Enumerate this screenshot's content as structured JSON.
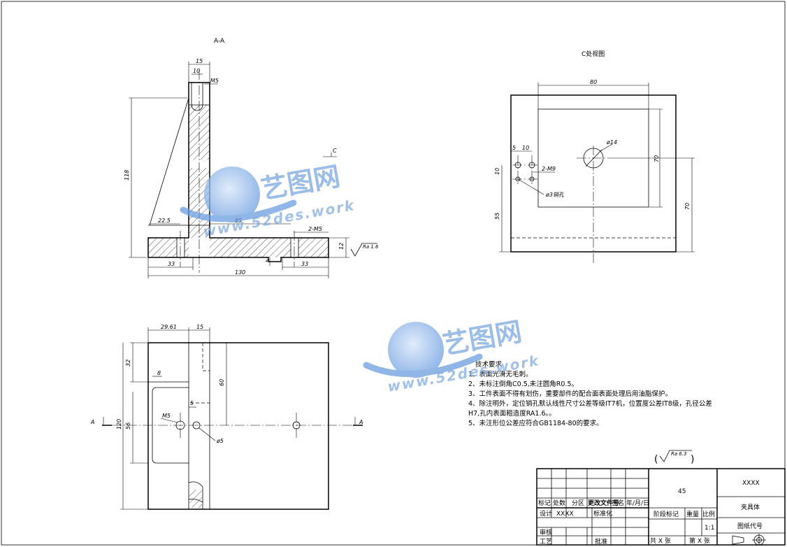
{
  "views": {
    "section_aa": {
      "title": "A-A",
      "dims": {
        "top_width": "15",
        "hole_depth": "10",
        "thread_top": "M5",
        "height": "118",
        "flange_left": "22.5",
        "web_span": "85",
        "thread_base": "2-M5",
        "base_thickness": "12",
        "left_bolt": "33",
        "right_bolt": "33",
        "total_width": "130",
        "groove": "2"
      },
      "roughness": "Ra 1.6",
      "cut_label": "C"
    },
    "view_c": {
      "title": "C处视图",
      "dims": {
        "pocket_width": "80",
        "bore": "ø14",
        "off_5": "5",
        "off_10": "10",
        "threads": "2-M9",
        "pin": "ø3销孔",
        "left_10": "10",
        "left_55": "55",
        "pocket_height": "70",
        "right_70": "70"
      }
    },
    "plan_view": {
      "dims": {
        "top_left": "29.61",
        "top_right": "15",
        "left_32": "32",
        "left_120": "120",
        "left_56": "56",
        "pocket_8": "8",
        "mid_5": "5",
        "depth_60": "60",
        "thread": "M5",
        "hole": "ø5"
      },
      "section_mark": "A"
    }
  },
  "tech_requirements": {
    "title": "技术要求",
    "items": [
      "1、表面光滑无毛刺。",
      "2、未标注倒角C0.5,未注圆角R0.5。",
      "3、工件表面不得有划伤，重要部件的配合面表面处理后用油脂保护。",
      "4、除注明外，定位销孔默认线性尺寸公差等级IT7机，位置度公差IT8级，孔径公差",
      "H7,孔内表面粗造度RA1.6。。",
      "5、未注形位公差应符合GB1184-80的要求。"
    ]
  },
  "general_roughness": "Ra 6.3",
  "watermark": {
    "brand": "艺图网",
    "url": "www.52des.work"
  },
  "title_block": {
    "material": "45",
    "code_top": "XXXX",
    "part_name": "夹具体",
    "drawing_no_label": "图纸代号",
    "headers": [
      "标记",
      "处数",
      "分区",
      "更改文件号",
      "签名",
      "年/月/日"
    ],
    "design_label": "设计",
    "design_value": "XXXX",
    "standard_label": "标准化",
    "review_label": "审核",
    "craft_label": "工艺",
    "approve_label": "批准",
    "stage_label": "阶段标记",
    "weight_label": "重量",
    "scale_label": "比例",
    "scale_value": "1:1",
    "sheets": "共  X  张",
    "sheet_no": "第  X  张"
  }
}
